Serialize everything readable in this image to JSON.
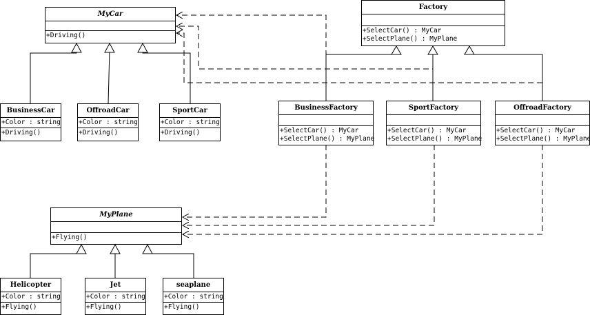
{
  "classes": {
    "mycar": {
      "name": "MyCar",
      "attributes": [],
      "methods": [
        "+Driving()"
      ]
    },
    "factory": {
      "name": "Factory",
      "attributes": [],
      "methods": [
        "+SelectCar() : MyCar",
        "+SelectPlane() : MyPlane"
      ]
    },
    "businesscar": {
      "name": "BusinessCar",
      "attributes": [
        "+Color : string"
      ],
      "methods": [
        "+Driving()"
      ]
    },
    "offroadcar": {
      "name": "OffroadCar",
      "attributes": [
        "+Color : string"
      ],
      "methods": [
        "+Driving()"
      ]
    },
    "sportcar": {
      "name": "SportCar",
      "attributes": [
        "+Color : string"
      ],
      "methods": [
        "+Driving()"
      ]
    },
    "businessfactory": {
      "name": "BusinessFactory",
      "attributes": [],
      "methods": [
        "+SelectCar() : MyCar",
        "+SelectPlane() : MyPlane"
      ]
    },
    "sportfactory": {
      "name": "SportFactory",
      "attributes": [],
      "methods": [
        "+SelectCar() : MyCar",
        "+SelectPlane() : MyPlane"
      ]
    },
    "offroadfactory": {
      "name": "OffroadFactory",
      "attributes": [],
      "methods": [
        "+SelectCar() : MyCar",
        "+SelectPlane() : MyPlane"
      ]
    },
    "myplane": {
      "name": "MyPlane",
      "attributes": [],
      "methods": [
        "+Flying()"
      ]
    },
    "helicopter": {
      "name": "Helicopter",
      "attributes": [
        "+Color : string"
      ],
      "methods": [
        "+Flying()"
      ]
    },
    "jet": {
      "name": "Jet",
      "attributes": [
        "+Color : string"
      ],
      "methods": [
        "+Flying()"
      ]
    },
    "seaplane": {
      "name": "seaplane",
      "attributes": [
        "+Color : string"
      ],
      "methods": [
        "+Flying()"
      ]
    }
  }
}
